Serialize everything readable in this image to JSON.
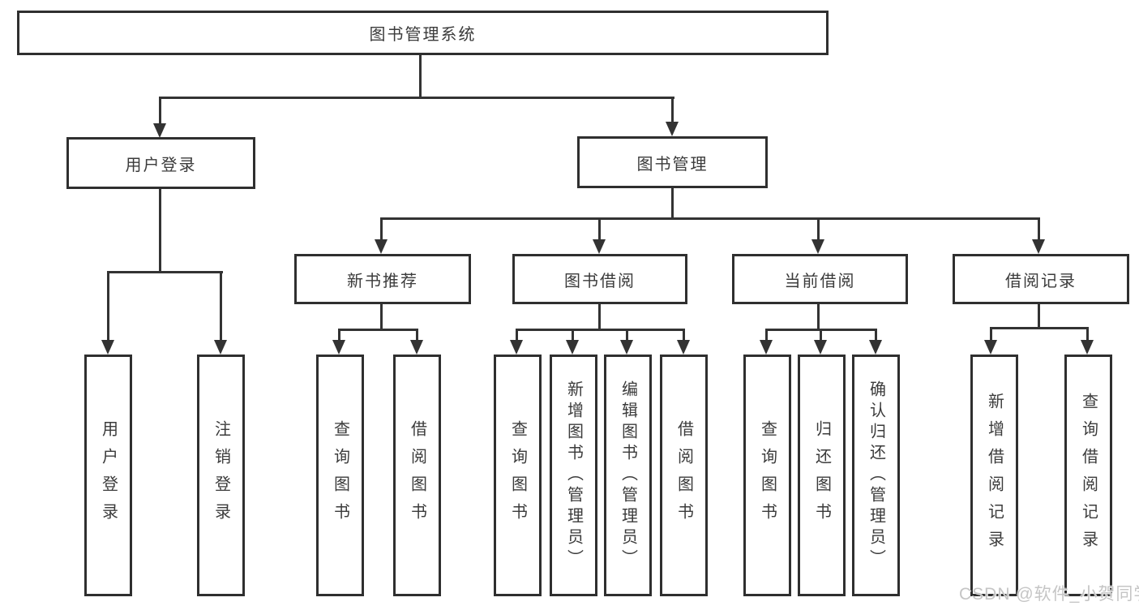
{
  "diagram": {
    "root": {
      "label": "图书管理系统"
    },
    "level2": [
      {
        "label": "用户登录"
      },
      {
        "label": "图书管理"
      }
    ],
    "level3": [
      {
        "label": "新书推荐"
      },
      {
        "label": "图书借阅"
      },
      {
        "label": "当前借阅"
      },
      {
        "label": "借阅记录"
      }
    ],
    "leaves": {
      "login": [
        {
          "label": "用户登录"
        },
        {
          "label": "注销登录"
        }
      ],
      "recommend": [
        {
          "label": "查询图书"
        },
        {
          "label": "借阅图书"
        }
      ],
      "borrow": [
        {
          "label": "查询图书"
        },
        {
          "label": "新增图书（管理员）"
        },
        {
          "label": "编辑图书（管理员）"
        },
        {
          "label": "借阅图书"
        }
      ],
      "current": [
        {
          "label": "查询图书"
        },
        {
          "label": "归还图书"
        },
        {
          "label": "确认归还（管理员）"
        }
      ],
      "records": [
        {
          "label": "新增借阅记录"
        },
        {
          "label": "查询借阅记录"
        }
      ]
    },
    "watermark": "CSDN @软件_小贺同学",
    "colors": {
      "line": "#333333",
      "text": "#3b3b3b",
      "background": "#ffffff",
      "watermark": "#c5c5c5"
    }
  }
}
